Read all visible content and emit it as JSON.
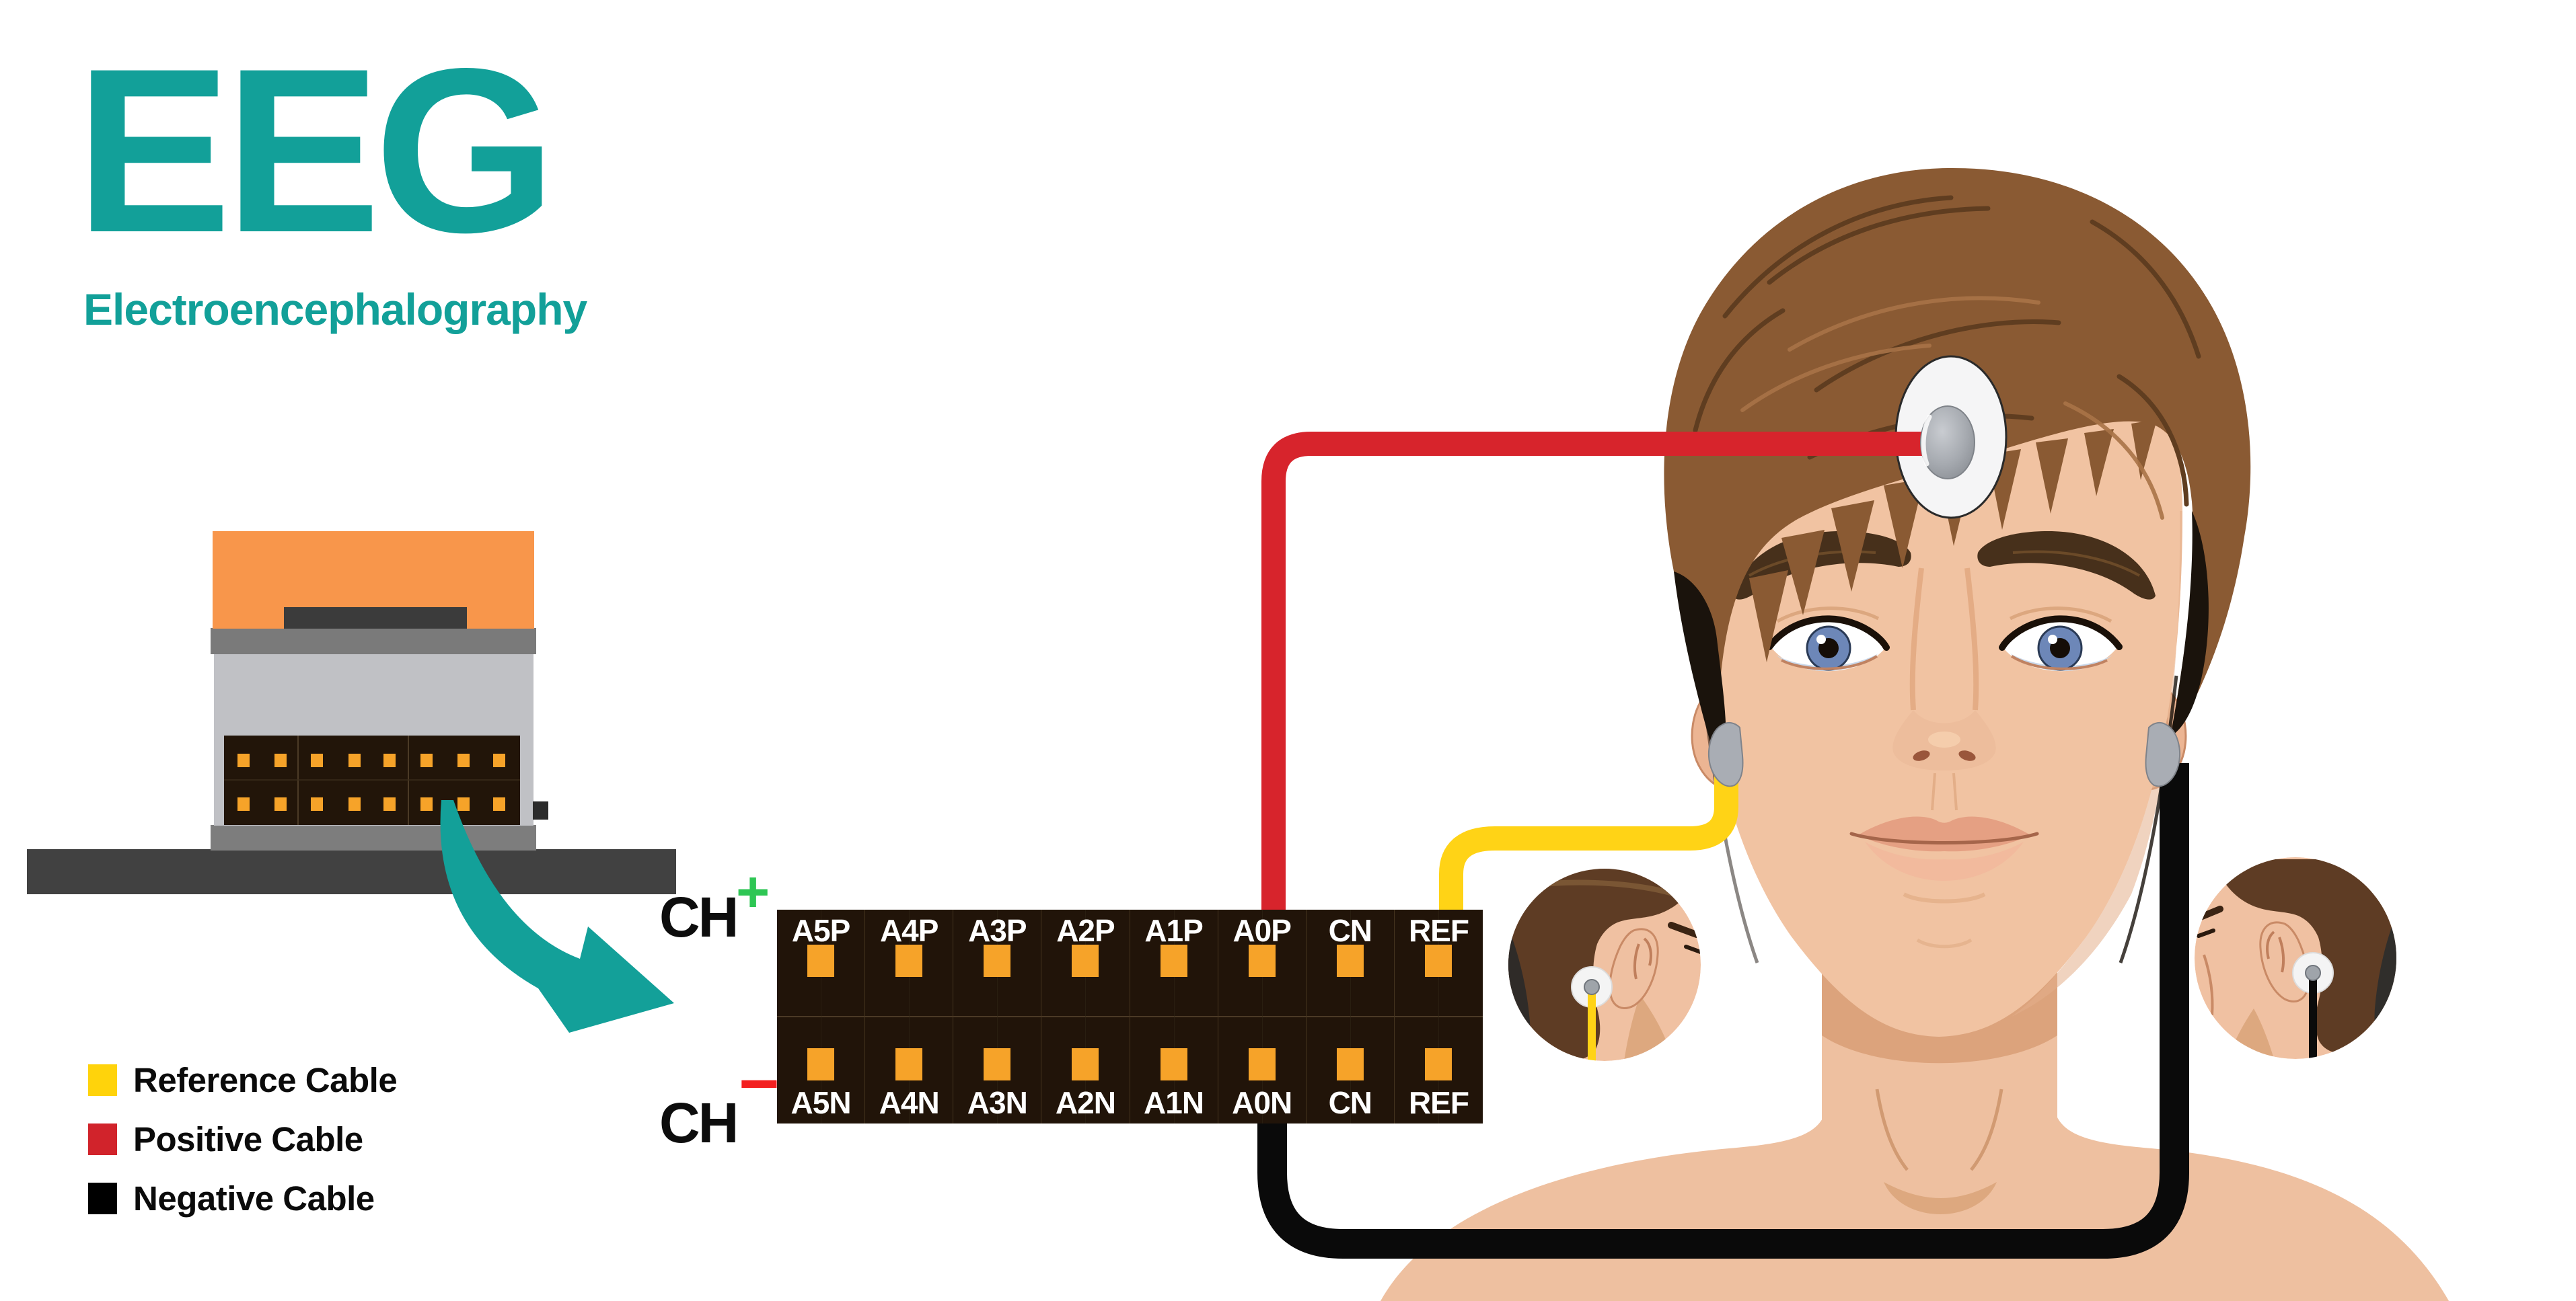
{
  "title": "EEG",
  "subtitle": "Electroencephalography",
  "channels": {
    "positive_label": "CH",
    "positive_sign": "+",
    "negative_label": "CH",
    "negative_sign": "−"
  },
  "pinout": {
    "top_row": [
      "A5P",
      "A4P",
      "A3P",
      "A2P",
      "A1P",
      "A0P",
      "CN",
      "REF"
    ],
    "bottom_row": [
      "A5N",
      "A4N",
      "A3N",
      "A2N",
      "A1N",
      "A0N",
      "CN",
      "REF"
    ]
  },
  "legend": {
    "items": [
      {
        "label": "Reference Cable",
        "color": "#FFD30B",
        "icon": "reference-cable-swatch"
      },
      {
        "label": "Positive Cable",
        "color": "#D1232B",
        "icon": "positive-cable-swatch"
      },
      {
        "label": "Negative Cable",
        "color": "#000000",
        "icon": "negative-cable-swatch"
      }
    ]
  },
  "colors": {
    "accent_teal": "#12A099",
    "cable_red": "#D7242C",
    "cable_yellow": "#FFD316",
    "cable_black": "#0A0A0A",
    "pin_orange": "#F6A329",
    "device_orange": "#F8964B",
    "connector_dark": "#211409",
    "positive_green": "#2EC654",
    "negative_red": "#F32020"
  }
}
